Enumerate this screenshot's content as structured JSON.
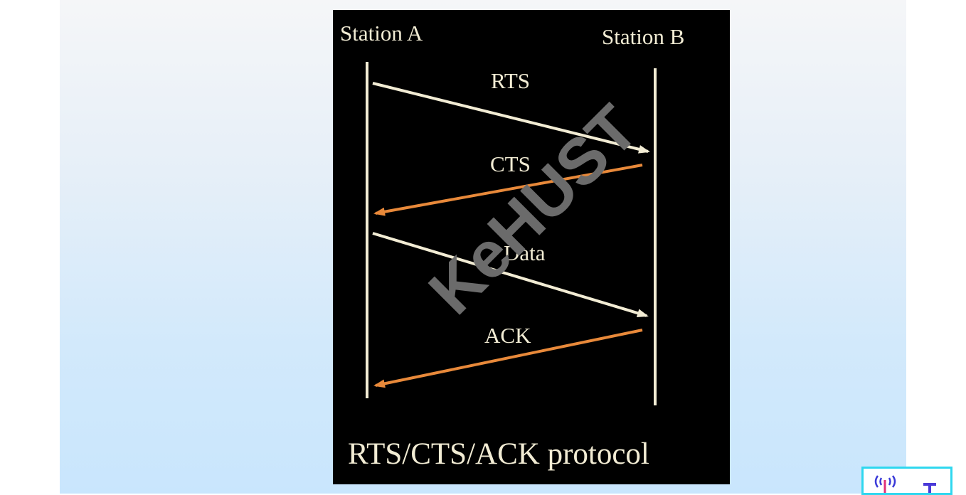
{
  "diagram": {
    "station_a_label": "Station A",
    "station_b_label": "Station B",
    "caption": "RTS/CTS/ACK protocol",
    "messages": [
      {
        "label": "RTS",
        "direction": "A-to-B",
        "color": "#f2ecd4"
      },
      {
        "label": "CTS",
        "direction": "B-to-A",
        "color": "#e8893a"
      },
      {
        "label": "Data",
        "direction": "A-to-B",
        "color": "#f2ecd4"
      },
      {
        "label": "ACK",
        "direction": "B-to-A",
        "color": "#e8893a"
      }
    ]
  },
  "watermark": {
    "text": "KeHUST",
    "color": "#6b6b6b"
  },
  "colors": {
    "figure_background": "#000000",
    "text": "#f2ecd4",
    "lifeline": "#f2ecd4",
    "logo_border": "#2fd7ef"
  }
}
